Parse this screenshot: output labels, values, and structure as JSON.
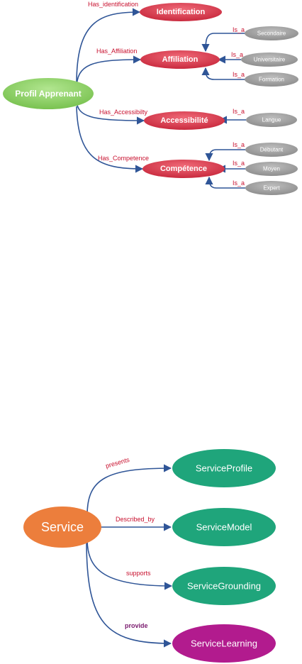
{
  "diagram1": {
    "root": "Profil Apprenant",
    "categories": {
      "identification": "Identification",
      "affiliation": "Affiliation",
      "accessibilite": "Accessibilité",
      "competence": "Compétence"
    },
    "relations": {
      "has_identification": "Has_identification",
      "has_affiliation": "Has_Affiliation",
      "has_accessibility": "Has_Accessibilty",
      "has_competence": "Has_Competence",
      "is_a": "Is_a"
    },
    "leaves": {
      "secondaire": "Secondaire",
      "universitaire": "Universitaire",
      "formation": "Formation",
      "langue": "Langue",
      "debutant": "Débutant",
      "moyen": "Moyen",
      "expert": "Expert"
    }
  },
  "diagram2": {
    "root": "Service",
    "nodes": {
      "profile": "ServiceProfile",
      "model": "ServiceModel",
      "grounding": "ServiceGrounding",
      "learning": "ServiceLearning"
    },
    "relations": {
      "presents": "presents",
      "described_by": "Described_by",
      "supports": "supports",
      "provide": "provide"
    }
  },
  "colors": {
    "root1": "#8fd16c",
    "category": "#d9344a",
    "leaf": "#9a9a9a",
    "root2": "#ec7e3c",
    "service_node": "#1fa57b",
    "learning_node": "#b21b8e",
    "edge": "#2f5597",
    "relation_text": "#c8102e",
    "provide_text": "#7a1a6e"
  }
}
